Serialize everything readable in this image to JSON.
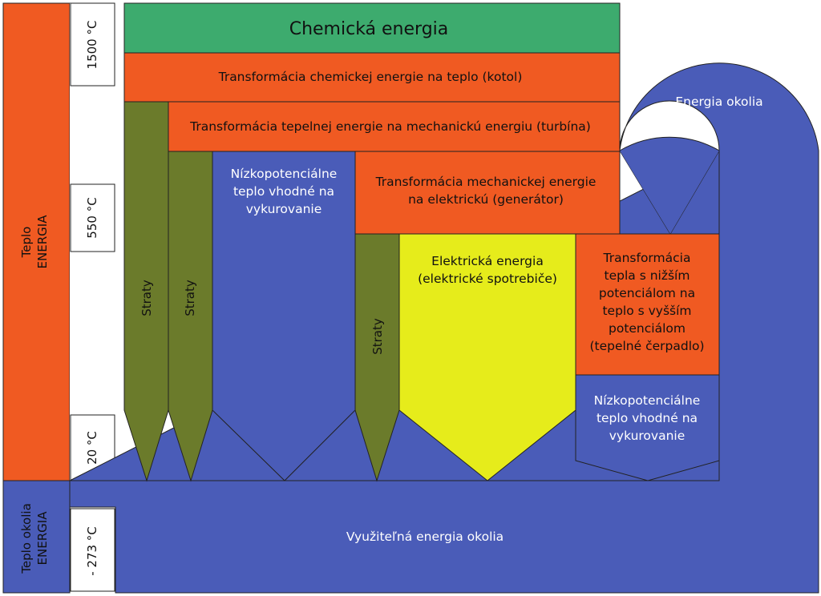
{
  "colors": {
    "orange": "#f05a22",
    "green": "#3dab6e",
    "olive": "#6b7b2b",
    "blue": "#4a5cb8",
    "yellow": "#e6ec1b",
    "white": "#ffffff"
  },
  "left_axis": {
    "teplo": "Teplo",
    "energia": "ENERGIA",
    "teplo_okolia": "Teplo okolia",
    "energia_okolia": "ENERGIA"
  },
  "temperatures": [
    "1500 °C",
    "550 °C",
    "20 °C",
    "- 273 °C"
  ],
  "boxes": {
    "chemicka": "Chemická energia",
    "kotol": "Transformácia chemickej energie na teplo (kotol)",
    "turbina": "Transformácia tepelnej energie na mechanickú energiu (turbína)",
    "generator": [
      "Transformácia mechanickej energie",
      "na elektrickú (generátor)"
    ],
    "nizko1": [
      "Nízkopotenciálne",
      "teplo vhodné na",
      "vykurovanie"
    ],
    "elektricka": [
      "Elektrická energia",
      "(elektrické spotrebiče)"
    ],
    "cerpadlo": [
      "Transformácia",
      "tepla s nižším",
      "potenciálom na",
      "teplo s vyšším",
      "potenciálom",
      "(tepelné čerpadlo)"
    ],
    "nizko2": [
      "Nízkopotenciálne",
      "teplo vhodné na",
      "vykurovanie"
    ],
    "straty": "Straty",
    "energia_okolia": "Energia okolia",
    "vyuzitelna": "Využiteľná energia okolia"
  }
}
